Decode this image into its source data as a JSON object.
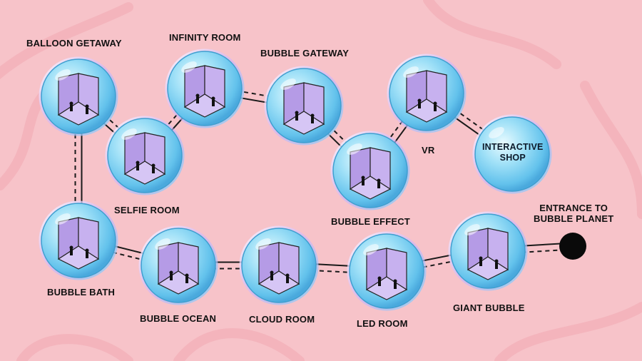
{
  "title": "",
  "rooms": [
    {
      "id": "balloon-getaway",
      "label": "BALLOON GETAWAY"
    },
    {
      "id": "infinity-room",
      "label": "INFINITY ROOM"
    },
    {
      "id": "bubble-gateway",
      "label": "BUBBLE GATEWAY"
    },
    {
      "id": "vr",
      "label": "VR"
    },
    {
      "id": "interactive-shop",
      "label": "INTERACTIVE\nSHOP"
    },
    {
      "id": "selfie-room",
      "label": "SELFIE ROOM"
    },
    {
      "id": "bubble-effect",
      "label": "BUBBLE EFFECT"
    },
    {
      "id": "bubble-bath",
      "label": "BUBBLE BATH"
    },
    {
      "id": "bubble-ocean",
      "label": "BUBBLE OCEAN"
    },
    {
      "id": "cloud-room",
      "label": "CLOUD ROOM"
    },
    {
      "id": "led-room",
      "label": "LED ROOM"
    },
    {
      "id": "giant-bubble",
      "label": "GIANT BUBBLE"
    }
  ],
  "entrance": {
    "label": "ENTRANCE TO\nBUBBLE PLANET"
  },
  "connections": [
    [
      "entrance",
      "giant-bubble"
    ],
    [
      "giant-bubble",
      "led-room"
    ],
    [
      "led-room",
      "cloud-room"
    ],
    [
      "cloud-room",
      "bubble-ocean"
    ],
    [
      "bubble-ocean",
      "bubble-bath"
    ],
    [
      "bubble-bath",
      "balloon-getaway"
    ],
    [
      "balloon-getaway",
      "selfie-room"
    ],
    [
      "selfie-room",
      "infinity-room"
    ],
    [
      "infinity-room",
      "bubble-gateway"
    ],
    [
      "bubble-gateway",
      "bubble-effect"
    ],
    [
      "bubble-effect",
      "vr"
    ],
    [
      "vr",
      "interactive-shop"
    ]
  ],
  "colors": {
    "background": "#f7c3c9",
    "bubble": "#7fd3f2",
    "room_wall": "#b59be6",
    "room_floor": "#d6c6f5",
    "path": "#1a1a1a",
    "entrance_dot": "#0a0a0a"
  }
}
